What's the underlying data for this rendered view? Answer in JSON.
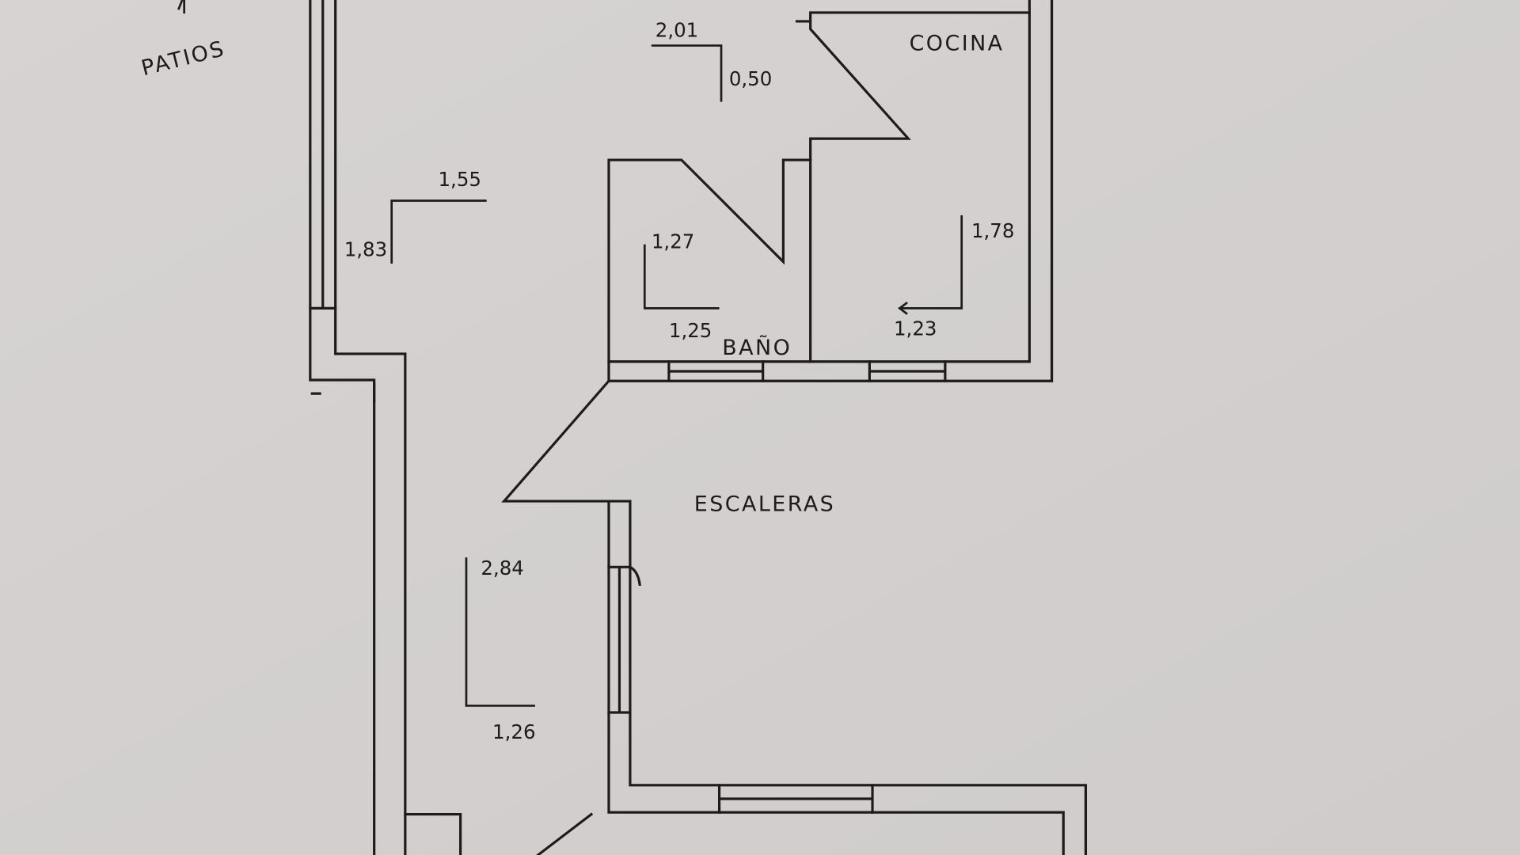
{
  "rooms": {
    "patios": "PATIOS",
    "cocina": "COCINA",
    "bano": "BAÑO",
    "escaleras": "ESCALERAS"
  },
  "dimensions": {
    "hall_width": "1,55",
    "hall_depth": "1,83",
    "entry_width": "2,01",
    "entry_depth": "0,50",
    "bano_depth": "1,27",
    "bano_width": "1,25",
    "cocina_depth": "1,78",
    "cocina_width": "1,23",
    "corridor_length": "2,84",
    "corridor_width": "1,26"
  },
  "colors": {
    "paper": "#d3d0cf",
    "ink": "#1d1b1c"
  }
}
